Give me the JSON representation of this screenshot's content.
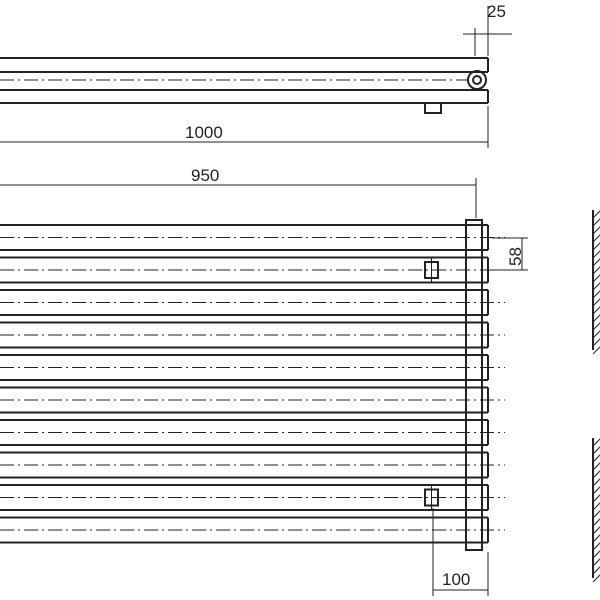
{
  "dimensions": {
    "wall_offset": "25",
    "overall_width": "1000",
    "tube_length": "950",
    "tube_pitch": "58",
    "side_offset": "100"
  },
  "colors": {
    "line": "#222222",
    "background": "#ffffff"
  },
  "front_view": {
    "tube_count": 10,
    "valve_tube_positions": [
      2,
      9
    ]
  }
}
